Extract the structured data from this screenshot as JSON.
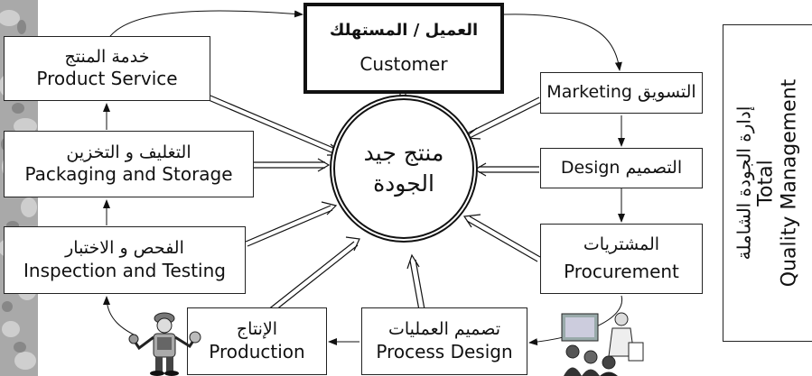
{
  "customer": {
    "ar": "العميل / المستهلك",
    "en": "Customer"
  },
  "center": {
    "line1": "منتج جيد",
    "line2": "الجودة"
  },
  "marketing": {
    "ar": "التسويق",
    "en": "Marketing"
  },
  "design": {
    "ar": "التصميم",
    "en": "Design"
  },
  "procurement": {
    "ar": "المشتريات",
    "en": "Procurement"
  },
  "process_design": {
    "ar": "تصميم العمليات",
    "en": "Process Design"
  },
  "production": {
    "ar": "الإنتاج",
    "en": "Production"
  },
  "inspection": {
    "ar": "الفحص و الاختبار",
    "en": "Inspection and Testing"
  },
  "packaging": {
    "ar": "التغليف و التخزين",
    "en": "Packaging and Storage"
  },
  "product_service": {
    "ar": "خدمة المنتج",
    "en": "Product Service"
  },
  "tqm": {
    "ar": "إدارة الجودة الشاملة",
    "en_line1": "Total",
    "en_line2": "Quality Management"
  }
}
